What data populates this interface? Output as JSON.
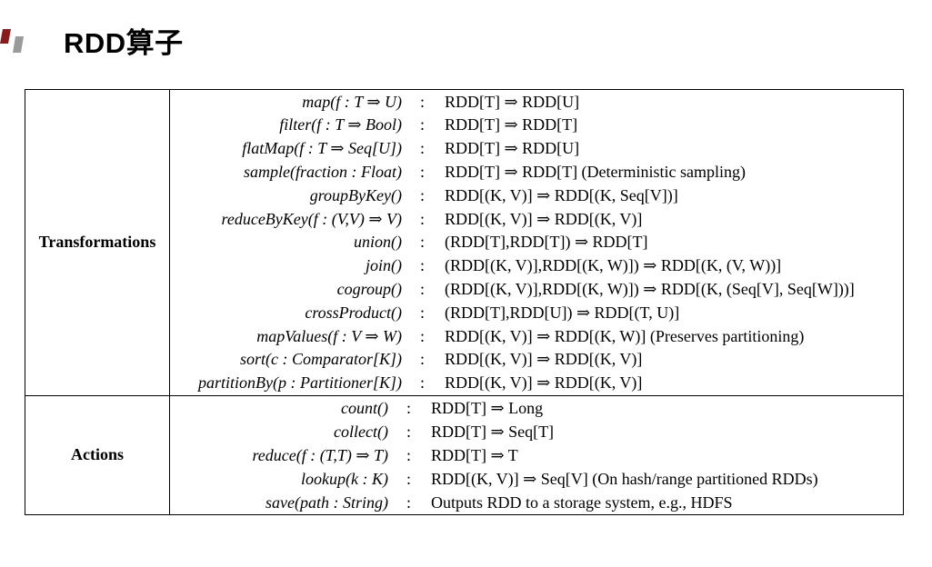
{
  "slide": {
    "title": "RDD算子",
    "logo_colors": [
      "#8b1a1a",
      "#9a9a9a"
    ]
  },
  "transformations": {
    "label": "Transformations",
    "ops": [
      {
        "sig": "map(f : T ⇒ U)",
        "colon": ":",
        "type": "RDD[T] ⇒ RDD[U]"
      },
      {
        "sig": "filter(f : T ⇒ Bool)",
        "colon": ":",
        "type": "RDD[T] ⇒ RDD[T]"
      },
      {
        "sig": "flatMap(f : T ⇒ Seq[U])",
        "colon": ":",
        "type": "RDD[T] ⇒ RDD[U]"
      },
      {
        "sig": "sample(fraction : Float)",
        "colon": ":",
        "type": "RDD[T] ⇒ RDD[T]  (Deterministic sampling)"
      },
      {
        "sig": "groupByKey()",
        "colon": ":",
        "type": "RDD[(K, V)] ⇒ RDD[(K, Seq[V])]"
      },
      {
        "sig": "reduceByKey(f : (V,V) ⇒ V)",
        "colon": ":",
        "type": "RDD[(K, V)] ⇒ RDD[(K, V)]"
      },
      {
        "sig": "union()",
        "colon": ":",
        "type": "(RDD[T],RDD[T]) ⇒ RDD[T]"
      },
      {
        "sig": "join()",
        "colon": ":",
        "type": "(RDD[(K, V)],RDD[(K, W)]) ⇒ RDD[(K, (V, W))]"
      },
      {
        "sig": "cogroup()",
        "colon": ":",
        "type": "(RDD[(K, V)],RDD[(K, W)]) ⇒ RDD[(K, (Seq[V], Seq[W]))]"
      },
      {
        "sig": "crossProduct()",
        "colon": ":",
        "type": "(RDD[T],RDD[U]) ⇒ RDD[(T, U)]"
      },
      {
        "sig": "mapValues(f : V ⇒ W)",
        "colon": ":",
        "type": "RDD[(K, V)] ⇒ RDD[(K, W)]  (Preserves partitioning)"
      },
      {
        "sig": "sort(c : Comparator[K])",
        "colon": ":",
        "type": "RDD[(K, V)] ⇒ RDD[(K, V)]"
      },
      {
        "sig": "partitionBy(p : Partitioner[K])",
        "colon": ":",
        "type": "RDD[(K, V)] ⇒ RDD[(K, V)]"
      }
    ]
  },
  "actions": {
    "label": "Actions",
    "ops": [
      {
        "sig": "count()",
        "colon": ":",
        "type": "RDD[T] ⇒ Long"
      },
      {
        "sig": "collect()",
        "colon": ":",
        "type": "RDD[T] ⇒ Seq[T]"
      },
      {
        "sig": "reduce(f : (T,T) ⇒ T)",
        "colon": ":",
        "type": "RDD[T] ⇒ T"
      },
      {
        "sig": "lookup(k : K)",
        "colon": ":",
        "type": "RDD[(K, V)] ⇒ Seq[V]  (On hash/range partitioned RDDs)"
      },
      {
        "sig": "save(path : String)",
        "colon": ":",
        "type": "Outputs RDD to a storage system, e.g., HDFS"
      }
    ]
  }
}
